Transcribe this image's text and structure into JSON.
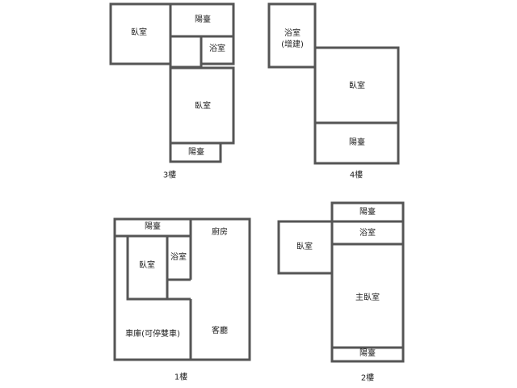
{
  "floors": {
    "f3": {
      "title": "3樓",
      "rooms": {
        "bedroom_left": "臥室",
        "balcony_top": "陽臺",
        "bath": "浴室",
        "bedroom_main": "臥室",
        "balcony_bottom": "陽臺"
      }
    },
    "f4": {
      "title": "4樓",
      "rooms": {
        "bath": "浴室",
        "bath_note": "(增建)",
        "bedroom": "臥室",
        "balcony": "陽臺"
      }
    },
    "f1": {
      "title": "1樓",
      "rooms": {
        "balcony": "陽臺",
        "kitchen": "廚房",
        "bedroom": "臥室",
        "bath": "浴室",
        "garage": "車庫(可停雙車)",
        "living": "客廳"
      }
    },
    "f2": {
      "title": "2樓",
      "rooms": {
        "balcony_top": "陽臺",
        "bath": "浴室",
        "bedroom": "臥室",
        "master_bedroom": "主臥室",
        "balcony_bottom": "陽臺"
      }
    }
  },
  "style": {
    "wall_color": "#555555",
    "background": "#ffffff"
  }
}
